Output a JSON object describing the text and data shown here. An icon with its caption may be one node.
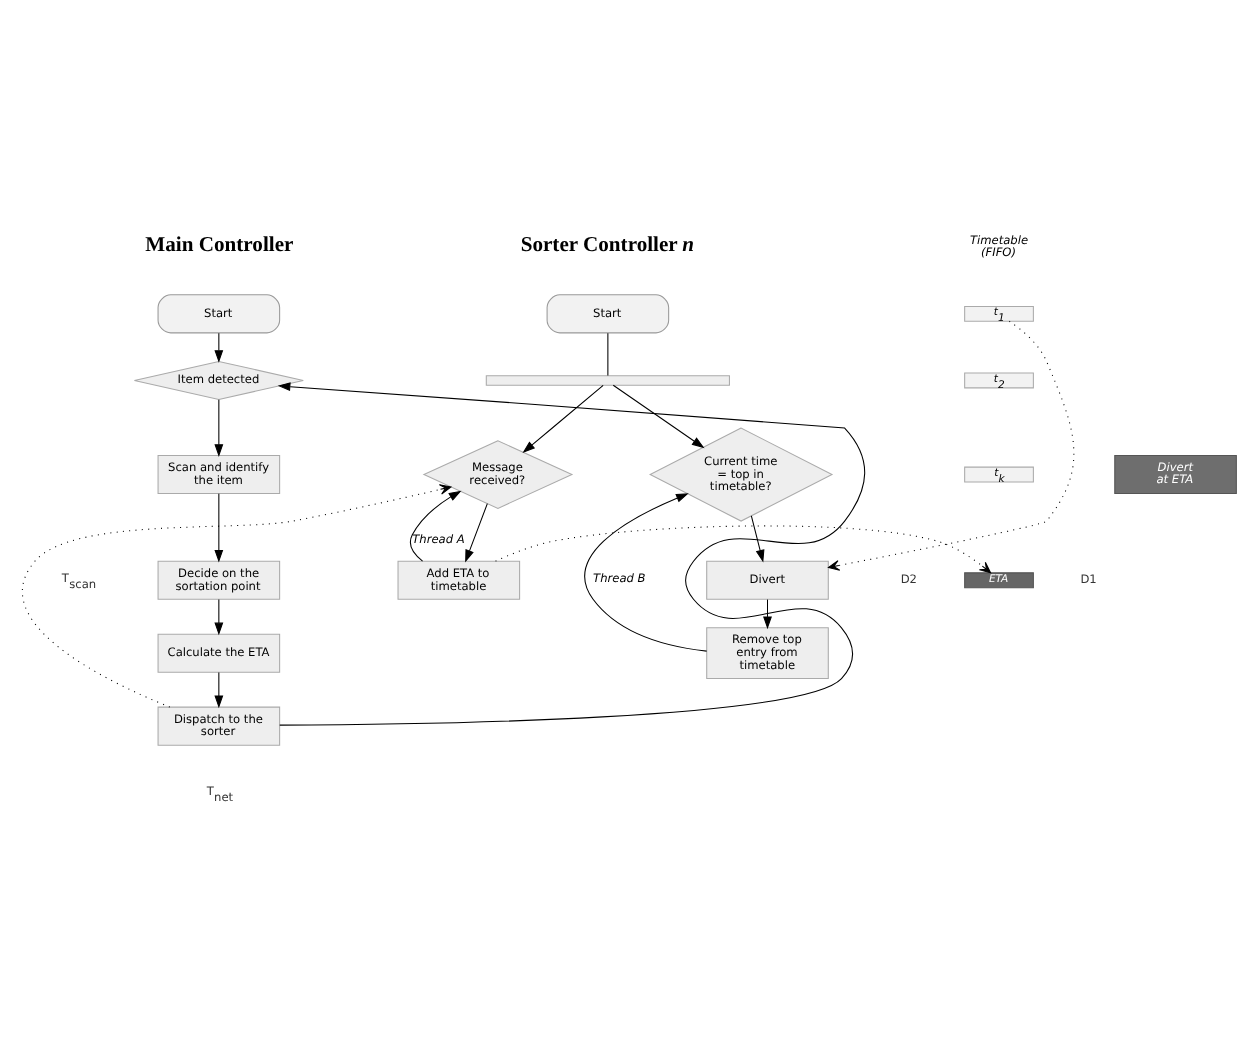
{
  "diagram": {
    "nodes": [
      {
        "text": [
          "Start"
        ]
      },
      {
        "text": [
          "Item detected"
        ]
      },
      {
        "text": [
          "Scan and identify the item"
        ]
      },
      {
        "text": [
          "Decide on the sortation point"
        ]
      },
      {
        "text": [
          "Calculate the ETA"
        ]
      },
      {
        "text": [
          "Dispatch to the sorter"
        ]
      },
      {
        "text": [
          "Divert at ETA"
        ]
      },
      {
        "text": [
          "Start"
        ]
      },
      {
        "text": [],
        "shape": "bar"
      },
      {
        "text": [
          "Message received?"
        ]
      },
      {
        "text": [
          "Add ETA to timetable"
        ]
      },
      {
        "text": [
          "t$_{1}$"
        ]
      },
      {
        "text": [
          "t$_{2}$"
        ]
      },
      {
        "text": [
          "t$_{k}$"
        ]
      },
      {
        "text": [
          "ETA"
        ]
      },
      {
        "text": [
          "Current time = top in timetable?"
        ]
      },
      {
        "text": [
          "Divert"
        ]
      },
      {
        "text": [
          "Remove top entry from timetable"
        ]
      }
    ],
    "edges": [
      {
        "from": 0,
        "to": 1,
        "arrow": "to"
      },
      {
        "from": 1,
        "to": 2,
        "arrow": "to"
      },
      {
        "from": 2,
        "to": 3,
        "arrow": "to"
      },
      {
        "from": 3,
        "to": 4,
        "arrow": "to"
      },
      {
        "from": 4,
        "to": 5,
        "arrow": "to"
      },
      {
        "from": 5,
        "to": 1,
        "arrow": "to"
      },
      {
        "from": 5,
        "to": 9,
        "arrow": "to",
        "style": "dashed"
      },
      {
        "from": 7,
        "to": 8,
        "arrow": "none"
      },
      {
        "from": 8,
        "to": 9,
        "arrow": "to"
      },
      {
        "from": 8,
        "to": 15,
        "arrow": "to"
      },
      {
        "from": 9,
        "to": 10,
        "arrow": "to"
      },
      {
        "from": 10,
        "to": 9,
        "arrow": "to",
        "label": "Thread A"
      },
      {
        "from": 10,
        "to": 14,
        "arrow": "to",
        "style": "dashed"
      },
      {
        "from": 11,
        "to": 16,
        "arrow": "to",
        "style": "dashed"
      },
      {
        "from": 15,
        "to": 16,
        "arrow": "to"
      },
      {
        "from": 16,
        "to": 17,
        "arrow": "to"
      },
      {
        "from": 17,
        "to": 15,
        "arrow": "to",
        "label": "Thread B"
      }
    ],
    "labels": [
      "Main Controller",
      "Sorter Controller *n*",
      "T$_{scan}$",
      "Timetable (FIFO)",
      "D1",
      "D2",
      "T$_{net}$"
    ]
  }
}
